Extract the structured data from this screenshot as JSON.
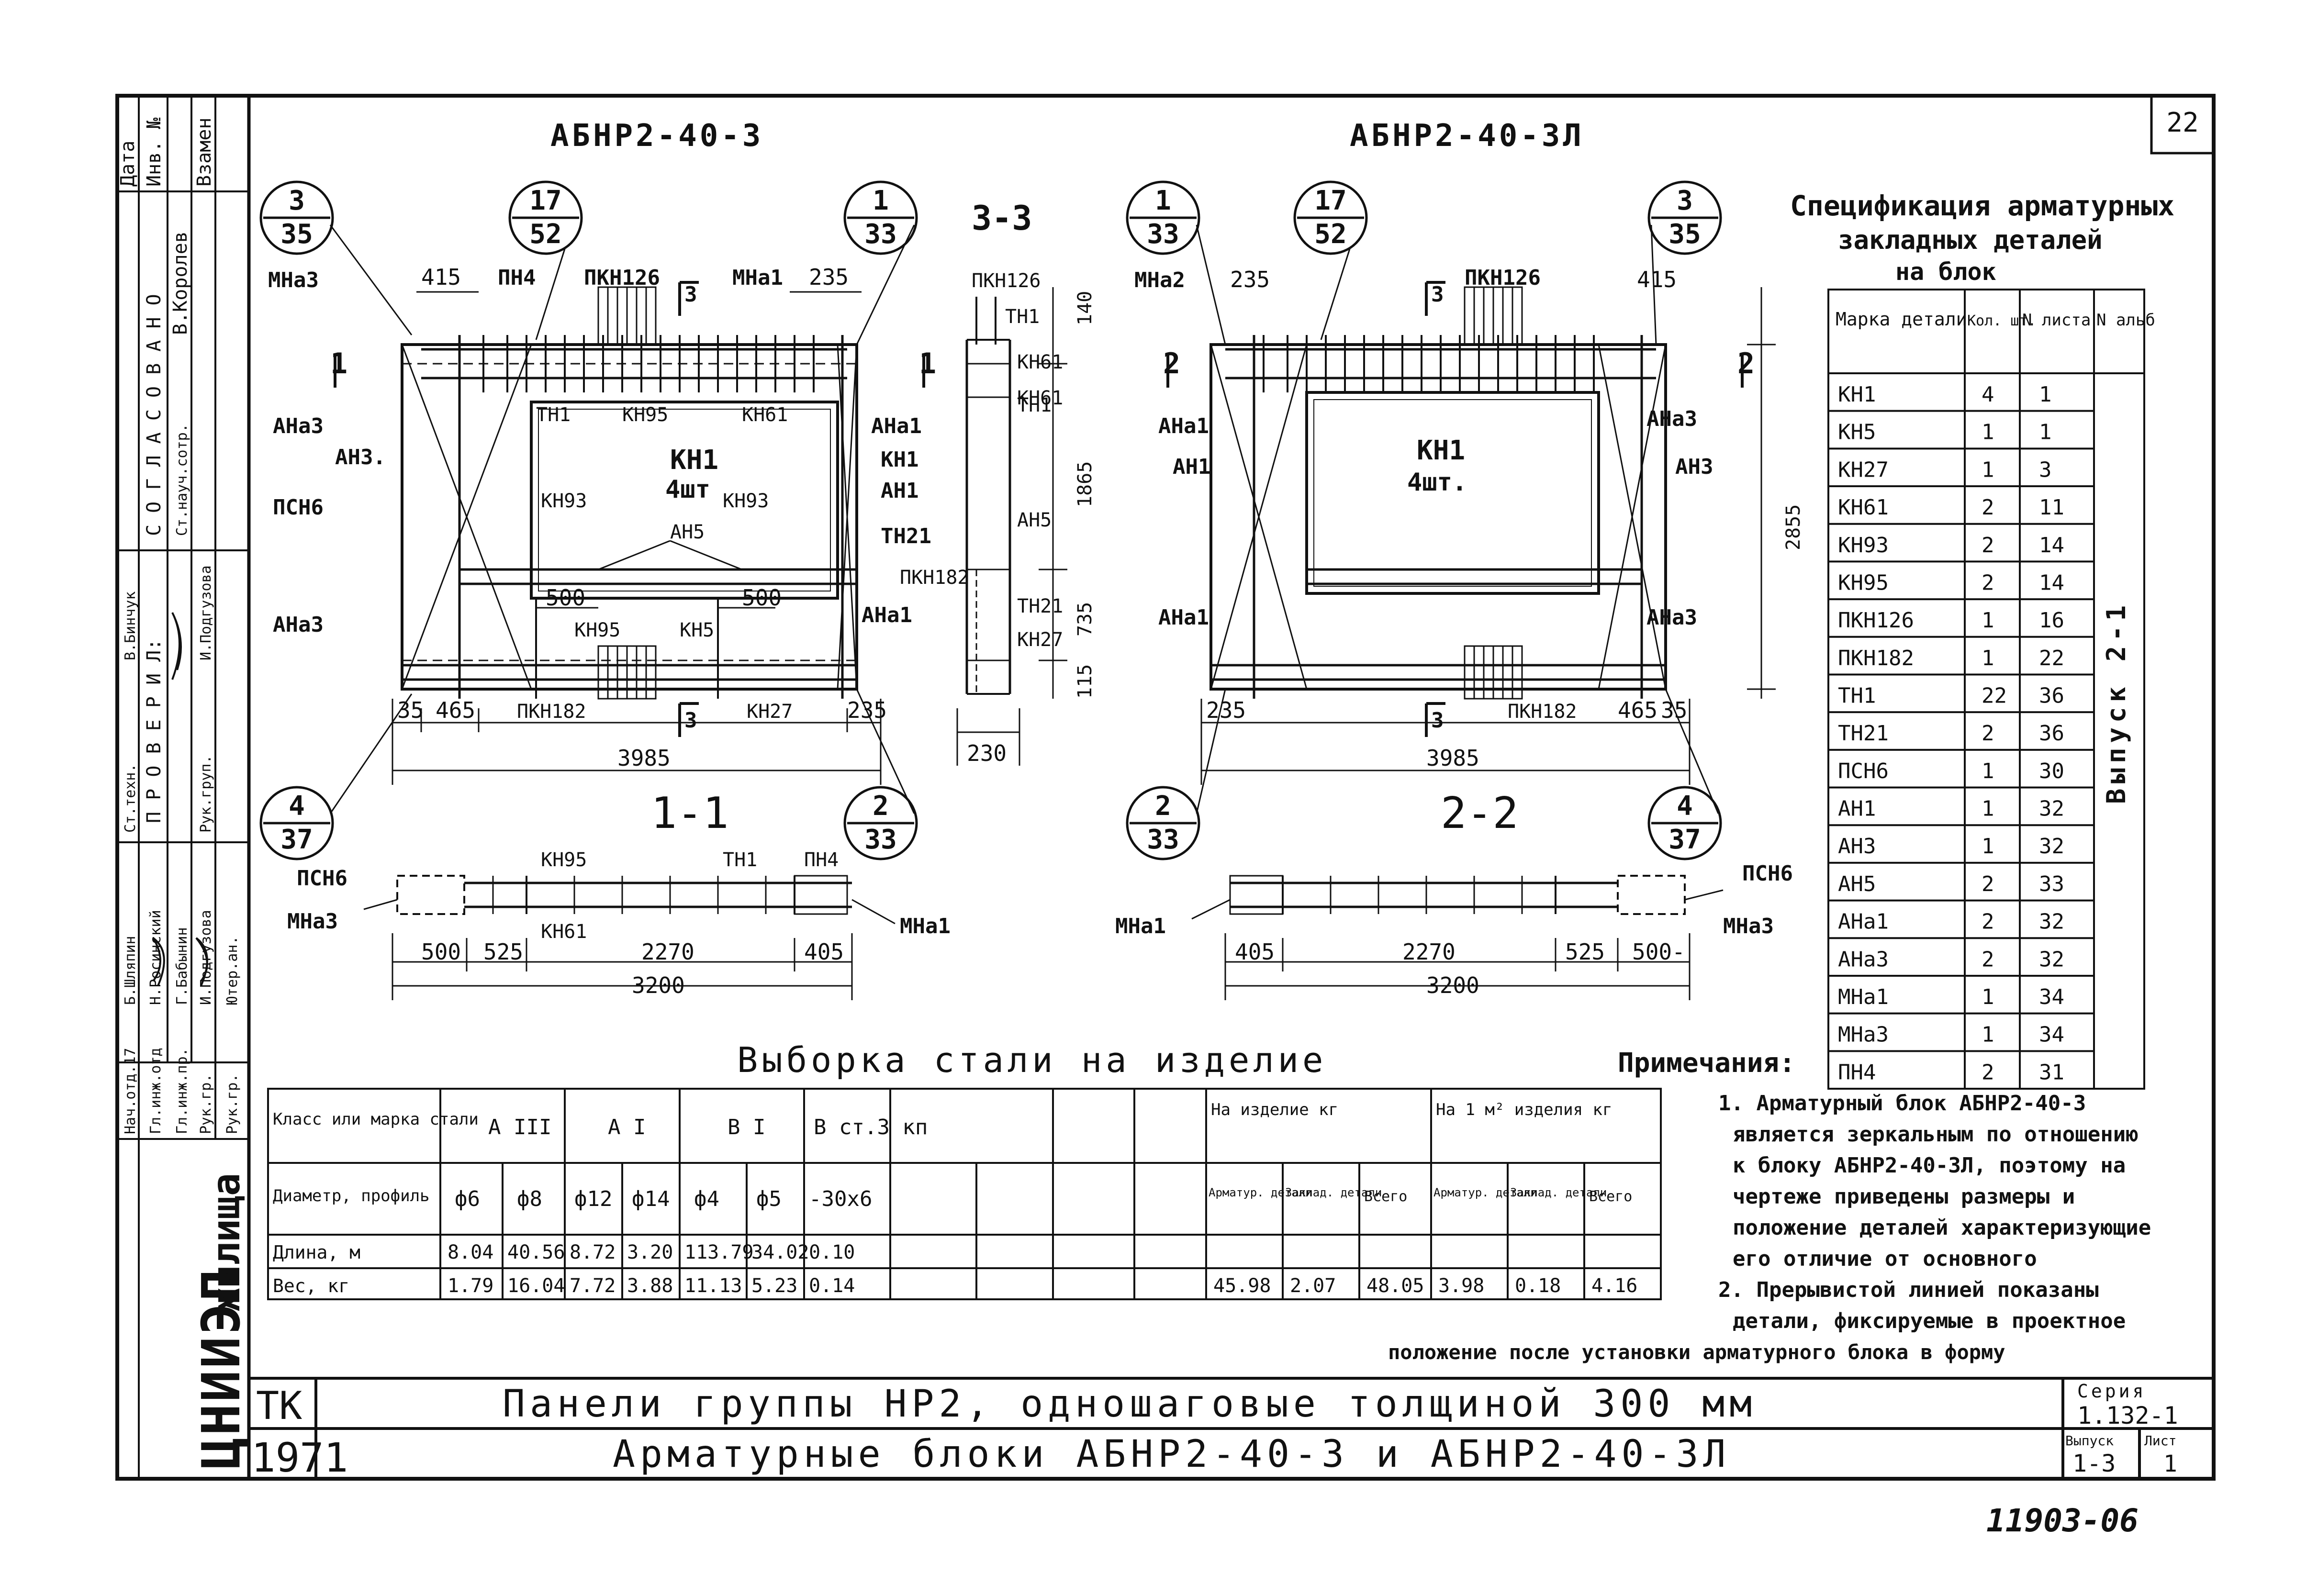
{
  "sheet_number": "22",
  "views": {
    "left_title": "АБНР2-40-3",
    "right_title": "АБНР2-40-3Л",
    "section_33": "3-3",
    "section_11": "1-1",
    "section_22": "2-2"
  },
  "callouts": [
    {
      "top": "3",
      "bottom": "35"
    },
    {
      "top": "17",
      "bottom": "52"
    },
    {
      "top": "1",
      "bottom": "33"
    },
    {
      "top": "4",
      "bottom": "37"
    },
    {
      "top": "2",
      "bottom": "33"
    },
    {
      "top": "1",
      "bottom": "33"
    },
    {
      "top": "17",
      "bottom": "52"
    },
    {
      "top": "3",
      "bottom": "35"
    },
    {
      "top": "2",
      "bottom": "33"
    },
    {
      "top": "4",
      "bottom": "37"
    }
  ],
  "left_labels": {
    "mna3": "МНа3",
    "d415": "415",
    "pn4": "ПН4",
    "pkn126": "ПКН126",
    "mna1": "МНа1",
    "d235": "235",
    "ana3_a": "АНа3",
    "an3": "АН3.",
    "psn6": "ПСН6",
    "ana3_b": "АНа3",
    "tn1_a": "ТН1",
    "kn95_a": "КН95",
    "kn61": "КН61",
    "ana1_a": "АНа1",
    "kn1_a": "КН1",
    "an1": "АН1",
    "kn1": "КН1",
    "kn1_qty": "4шт",
    "kn93_a": "КН93",
    "kn93_b": "КН93",
    "an5": "АН5",
    "tn21": "ТН21",
    "d500a": "500",
    "d500b": "500",
    "kn95_b": "КН95",
    "kn5": "КН5",
    "ana1_b": "АНа1",
    "pkn182": "ПКН182",
    "kn27": "КН27",
    "d35": "35",
    "d465": "465",
    "d235b": "235",
    "total": "3985",
    "sec1": "1",
    "sec3": "3"
  },
  "sec33_labels": {
    "pkn126": "ПКН126",
    "tn1": "ТН1",
    "h140": "140",
    "kn61a": "КН61",
    "kn61b": "КН61",
    "tn1b": "ТН1",
    "h1865": "1865",
    "an5": "АН5",
    "pkn182": "ПКН182",
    "tn21": "ТН21",
    "kn27": "КН27",
    "h735": "735",
    "h115": "115",
    "w230": "230"
  },
  "right_labels": {
    "mna2": "МНа2",
    "d235": "235",
    "pkn126": "ПКН126",
    "d415": "415",
    "ana1_a": "АНа1",
    "an1": "АН1",
    "kn1": "КН1",
    "kn1_qty": "4шт.",
    "ana3_a": "АНа3",
    "an3": "АН3",
    "h2855": "2855",
    "ana1_b": "АНа1",
    "ana3_b": "АНа3",
    "d235b": "235",
    "pkn182": "ПКН182",
    "d465": "465",
    "d35": "35",
    "total": "3985",
    "sec2": "2",
    "sec3": "3"
  },
  "sec11_labels": {
    "kn95": "КН95",
    "tn1": "ТН1",
    "pn4": "ПН4",
    "psn6": "ПСН6",
    "mna3": "МНа3",
    "kn61": "КН61",
    "mna1": "МНа1",
    "d500": "500",
    "d525": "525",
    "d2270": "2270",
    "d405": "405",
    "d3200": "3200"
  },
  "sec22_labels": {
    "psn6": "ПСН6",
    "mna1": "МНа1",
    "mna3": "МНа3",
    "d405": "405",
    "d2270": "2270",
    "d525": "525",
    "d500": "500-",
    "d3200": "3200"
  },
  "spec": {
    "title_line1": "Спецификация арматурных",
    "title_line2": "закладных деталей",
    "title_line3": "на блок",
    "headers": [
      "Марка детали",
      "Кол. шт.",
      "N листа",
      "N альб"
    ],
    "rows": [
      [
        "КН1",
        "4",
        "1"
      ],
      [
        "КН5",
        "1",
        "1"
      ],
      [
        "КН27",
        "1",
        "3"
      ],
      [
        "КН61",
        "2",
        "11"
      ],
      [
        "КН93",
        "2",
        "14"
      ],
      [
        "КН95",
        "2",
        "14"
      ],
      [
        "ПКН126",
        "1",
        "16"
      ],
      [
        "ПКН182",
        "1",
        "22"
      ],
      [
        "ТН1",
        "22",
        "36"
      ],
      [
        "ТН21",
        "2",
        "36"
      ],
      [
        "ПСН6",
        "1",
        "30"
      ],
      [
        "АН1",
        "1",
        "32"
      ],
      [
        "АН3",
        "1",
        "32"
      ],
      [
        "АН5",
        "2",
        "33"
      ],
      [
        "АНа1",
        "2",
        "32"
      ],
      [
        "АНа3",
        "2",
        "32"
      ],
      [
        "МНа1",
        "1",
        "34"
      ],
      [
        "МНа3",
        "1",
        "34"
      ],
      [
        "ПН4",
        "2",
        "31"
      ]
    ],
    "album": "Выпуск 2-1"
  },
  "steel": {
    "title": "Выборка стали на изделие",
    "class_label": "Класс или марка стали",
    "classes": [
      "А III",
      "А I",
      "В I",
      "В ст.3 кп"
    ],
    "on_item": "На изделие кг",
    "per_m2": "На 1 м² изделия кг",
    "diam_label": "Диаметр, профиль",
    "diams": [
      "ф6",
      "ф8",
      "ф12",
      "ф14",
      "ф4",
      "ф5",
      "-30х6"
    ],
    "sub_headers": [
      "Арматур. детали",
      "Заклад. детали",
      "Всего",
      "Арматур. детали",
      "Заклад. детали",
      "Всего"
    ],
    "length_label": "Длина, м",
    "lengths": [
      "8.04",
      "40.56",
      "8.72",
      "3.20",
      "113.79",
      "34.02",
      "0.10"
    ],
    "weight_label": "Вес, кг",
    "weights": [
      "1.79",
      "16.04",
      "7.72",
      "3.88",
      "11.13",
      "5.23",
      "0.14"
    ],
    "totals": [
      "45.98",
      "2.07",
      "48.05",
      "3.98",
      "0.18",
      "4.16"
    ]
  },
  "notes": {
    "title": "Примечания:",
    "lines": [
      "1. Арматурный блок АБНР2-40-3",
      "является зеркальным по отношению",
      "к блоку АБНР2-40-3Л, поэтому на",
      "чертеже приведены размеры и",
      "положение деталей характеризующие",
      "его отличие от основного",
      "2. Прерывистой линией показаны",
      "детали, фиксируемые в проектное",
      "положение после установки арматурного блока в форму"
    ]
  },
  "side_stamp": [
    "Дата",
    "Инв. №",
    "Взамен",
    "С О Г Л А С О В А Н О",
    "В.Королев",
    "Ст.науч.сотр.",
    "П Р О В Е Р И Л:",
    "В.Бинчук",
    "Ст.техн.",
    "И.Подгузова",
    "Рук.груп.",
    "Б.Шляпин",
    "Н.Росинский",
    "Г.Бабынин",
    "И.Подгузова",
    "Нач.отд.17",
    "Гл.инж.отд",
    "Гл.инж.пр.",
    "Рук.гр.",
    "Рук.гр.",
    "Ютер.ан."
  ],
  "org": {
    "name": "ЦНИИЭП",
    "sub": "жилища"
  },
  "title_block": {
    "tk": "ТК",
    "year": "1971",
    "line1": "Панели группы НР2, одношаговые толщиной 300 мм",
    "line2": "Арматурные блоки АБНР2-40-3 и АБНР2-40-3Л",
    "series_label": "Серия",
    "series": "1.132-1",
    "issue_label": "Выпуск",
    "issue": "1-3",
    "sheet_label": "Лист",
    "sheet": "1"
  },
  "stamp_number": "11903-06"
}
